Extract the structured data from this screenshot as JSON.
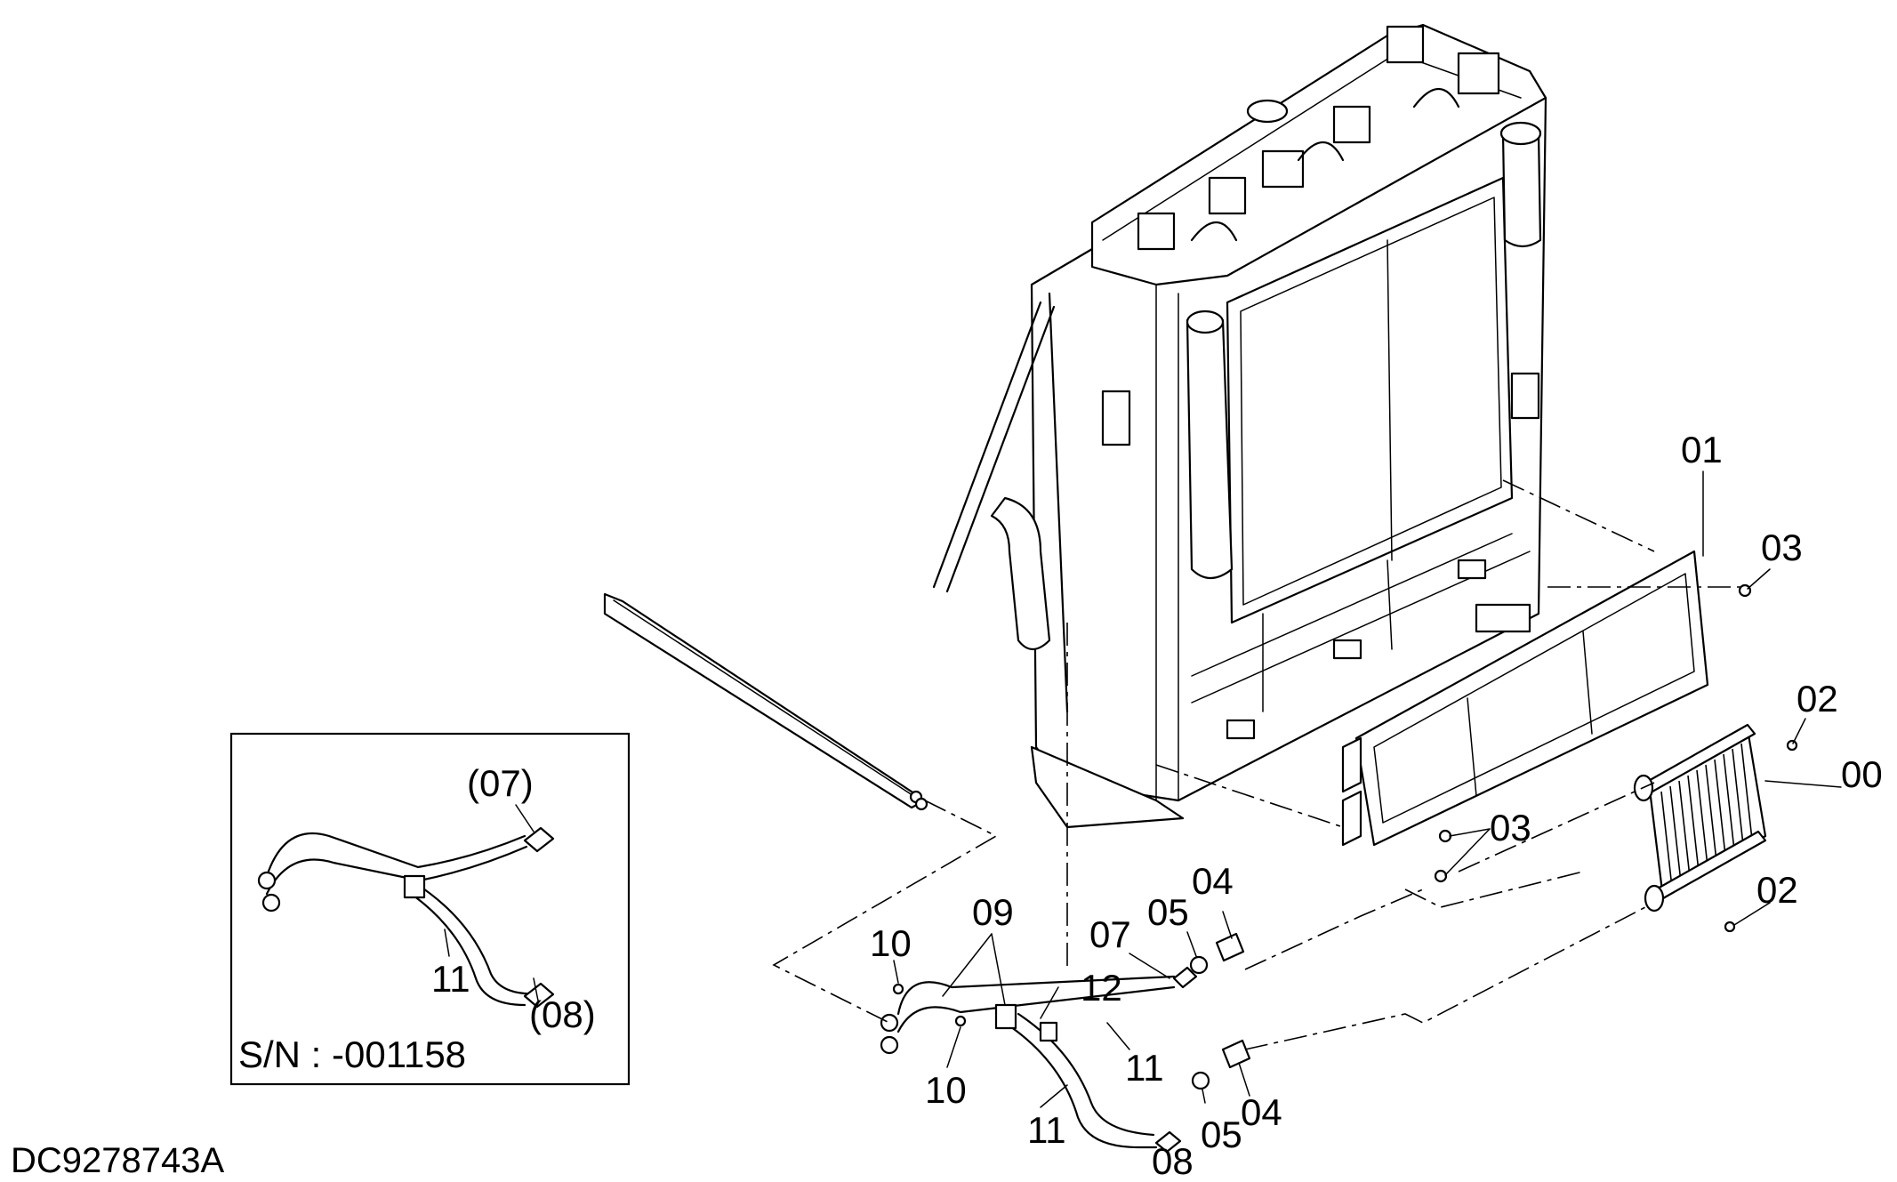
{
  "callouts": {
    "c00": "00",
    "c01": "01",
    "c02a": "02",
    "c02b": "02",
    "c03a": "03",
    "c03b": "03",
    "c04a": "04",
    "c04b": "04",
    "c05a": "05",
    "c05b": "05",
    "c07": "07",
    "c08": "08",
    "c09": "09",
    "c10a": "10",
    "c10b": "10",
    "c11a": "11",
    "c11b": "11",
    "c12": "12"
  },
  "inset": {
    "ref07": "(07)",
    "ref08": "(08)",
    "part11": "11",
    "serial": "S/N : -001158"
  },
  "drawing_code": "DC9278743A"
}
